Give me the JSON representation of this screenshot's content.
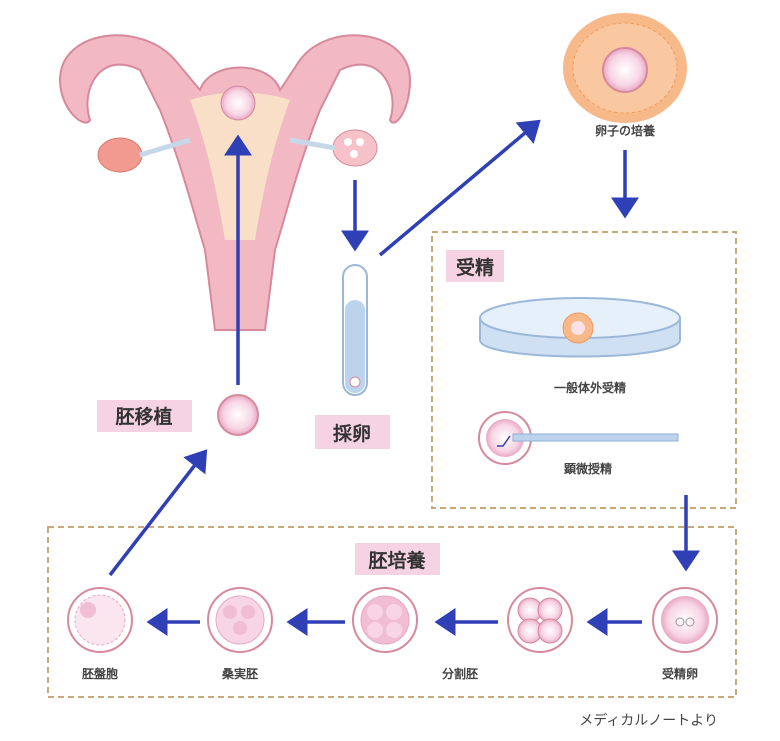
{
  "labels": {
    "egg_culture": "卵子の培養",
    "fertilization": "受精",
    "conventional_ivf": "一般体外受精",
    "icsi": "顕微授精",
    "embryo_culture": "胚培養",
    "blastocyst": "胚盤胞",
    "morula": "桑実胚",
    "cleavage_embryo": "分割胚",
    "fertilized_egg": "受精卵",
    "embryo_transfer": "胚移植",
    "egg_retrieval": "採卵"
  },
  "credit": "メディカルノートより",
  "colors": {
    "arrow": "#2f3fb5",
    "pink": "#f6d3e2",
    "uterus": "#f2b8c3",
    "dashed_border": "#c8a97a"
  }
}
